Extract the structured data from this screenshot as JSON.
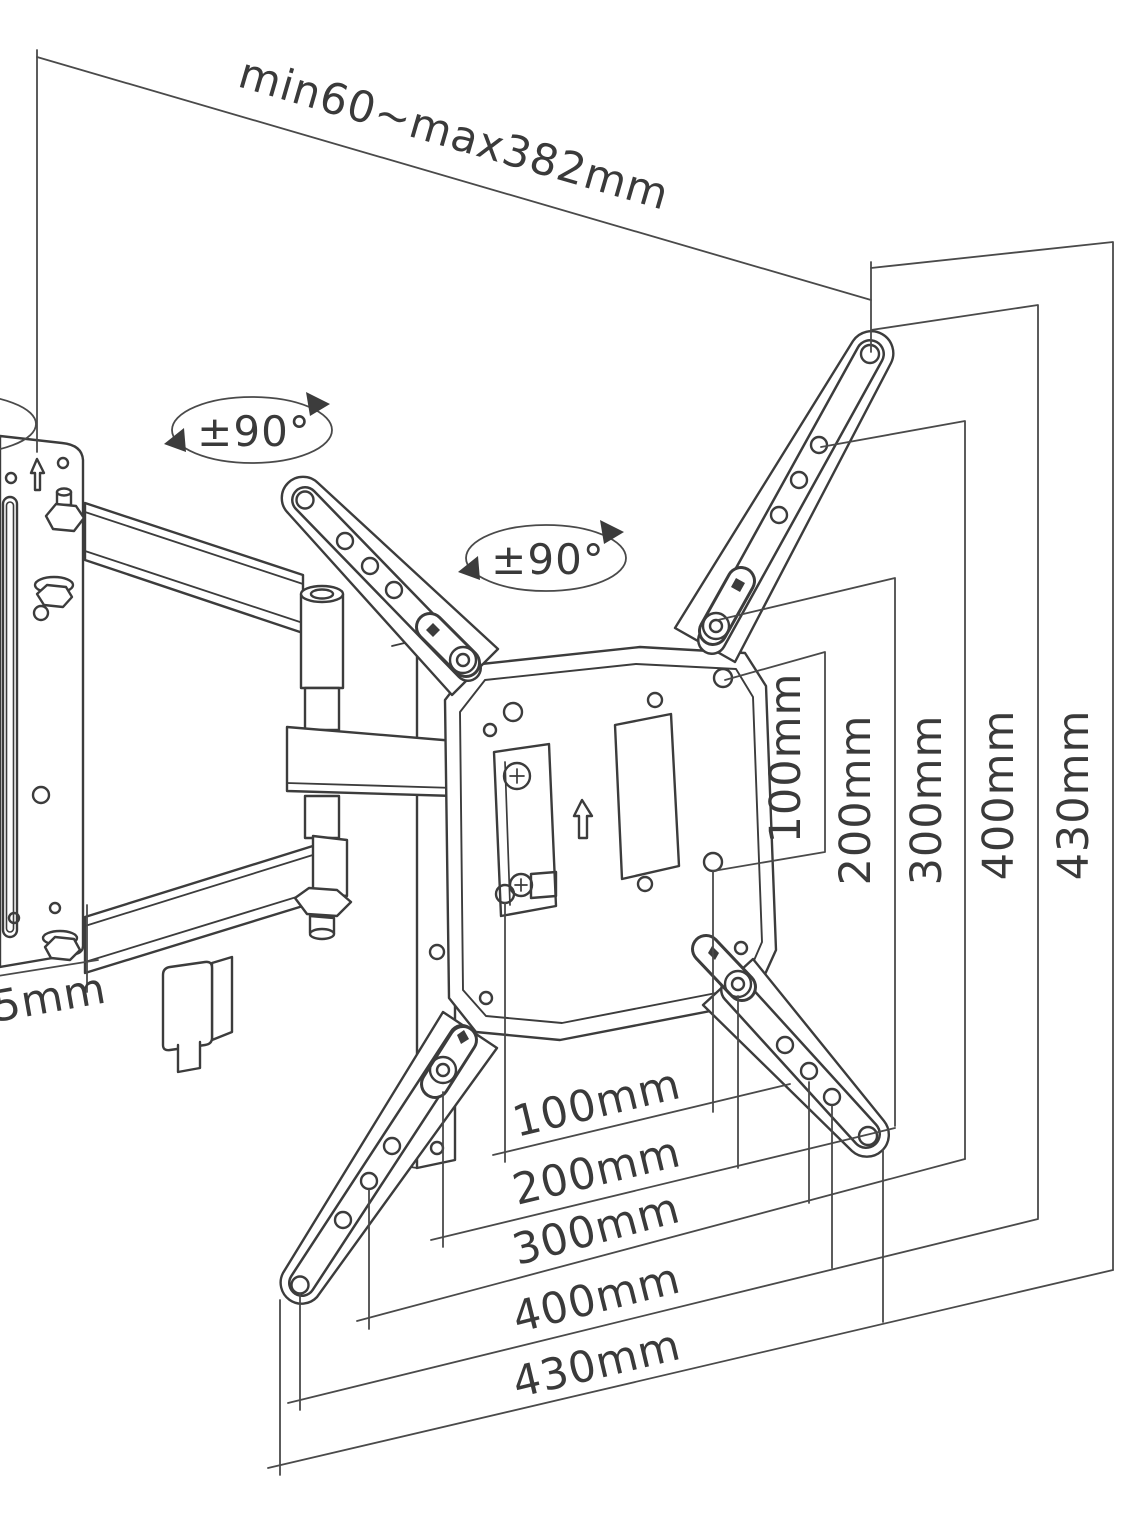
{
  "page": {
    "background": "#ffffff",
    "line_color": "#3c3c3c",
    "description": "Technical dimensional line drawing of an articulating full-motion TV wall mount bracket"
  },
  "labels": {
    "extension_range": "min60~max382mm",
    "wall_plate_width": "5mm"
  },
  "angle_labels": [
    "±90°",
    "±90°"
  ],
  "dims_right": [
    "100mm",
    "200mm",
    "300mm",
    "400mm",
    "430mm"
  ],
  "dims_bottom": [
    "100mm",
    "200mm",
    "300mm",
    "400mm",
    "430mm"
  ]
}
